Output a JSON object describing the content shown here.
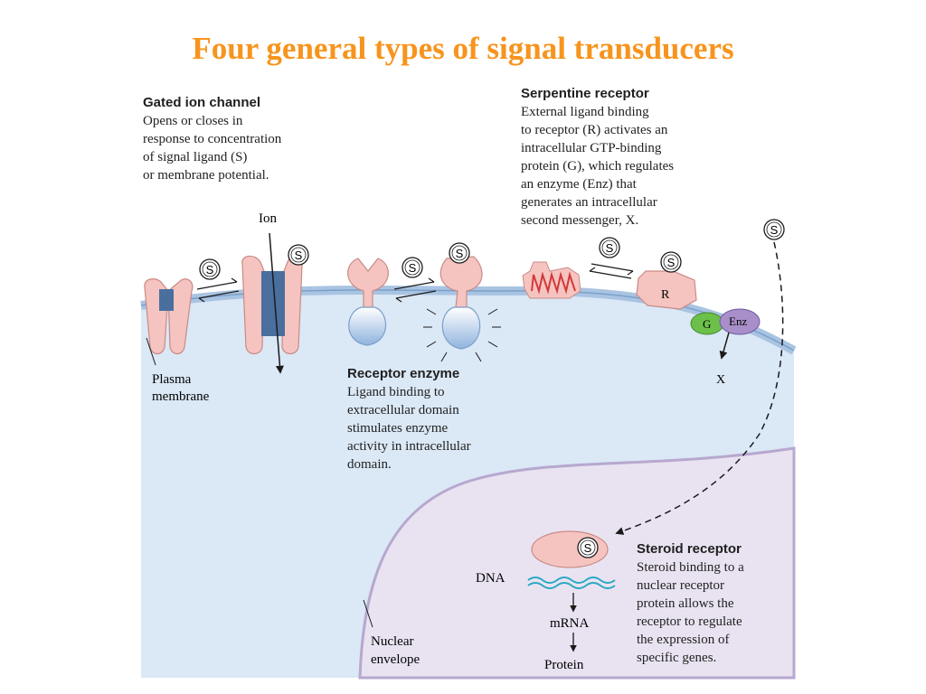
{
  "title": "Four general types of signal transducers",
  "colors": {
    "title": "#f7941d",
    "cytoplasm": "#dbe8f6",
    "nucleus": "#e9e3f1",
    "receptor": "#f6c4c0",
    "channel_core": "#4a6f9e",
    "g_protein": "#6cc04a",
    "enzyme": "#a98fc9"
  },
  "gated_ion_channel": {
    "heading": "Gated ion channel",
    "lines": [
      "Opens or closes in",
      "response to concentration",
      "of signal ligand (S)",
      "or membrane potential."
    ],
    "ion_label": "Ion"
  },
  "serpentine_receptor": {
    "heading": "Serpentine receptor",
    "lines": [
      "External ligand binding",
      "to receptor (R) activates an",
      "intracellular GTP-binding",
      "protein (G), which regulates",
      "an enzyme (Enz) that",
      "generates an intracellular",
      "second messenger, X."
    ],
    "r_label": "R",
    "g_label": "G",
    "enz_label": "Enz",
    "x_label": "X"
  },
  "receptor_enzyme": {
    "heading": "Receptor enzyme",
    "lines": [
      "Ligand binding to",
      "extracellular domain",
      "stimulates enzyme",
      "activity in intracellular",
      "domain."
    ]
  },
  "steroid_receptor": {
    "heading": "Steroid receptor",
    "lines": [
      "Steroid binding to a",
      "nuclear receptor",
      "protein allows the",
      "receptor to regulate",
      "the expression of",
      "specific genes."
    ]
  },
  "labels": {
    "plasma_membrane": [
      "Plasma",
      "membrane"
    ],
    "nuclear_envelope": [
      "Nuclear",
      "envelope"
    ],
    "dna": "DNA",
    "mrna": "mRNA",
    "protein": "Protein",
    "ligand": "S"
  }
}
